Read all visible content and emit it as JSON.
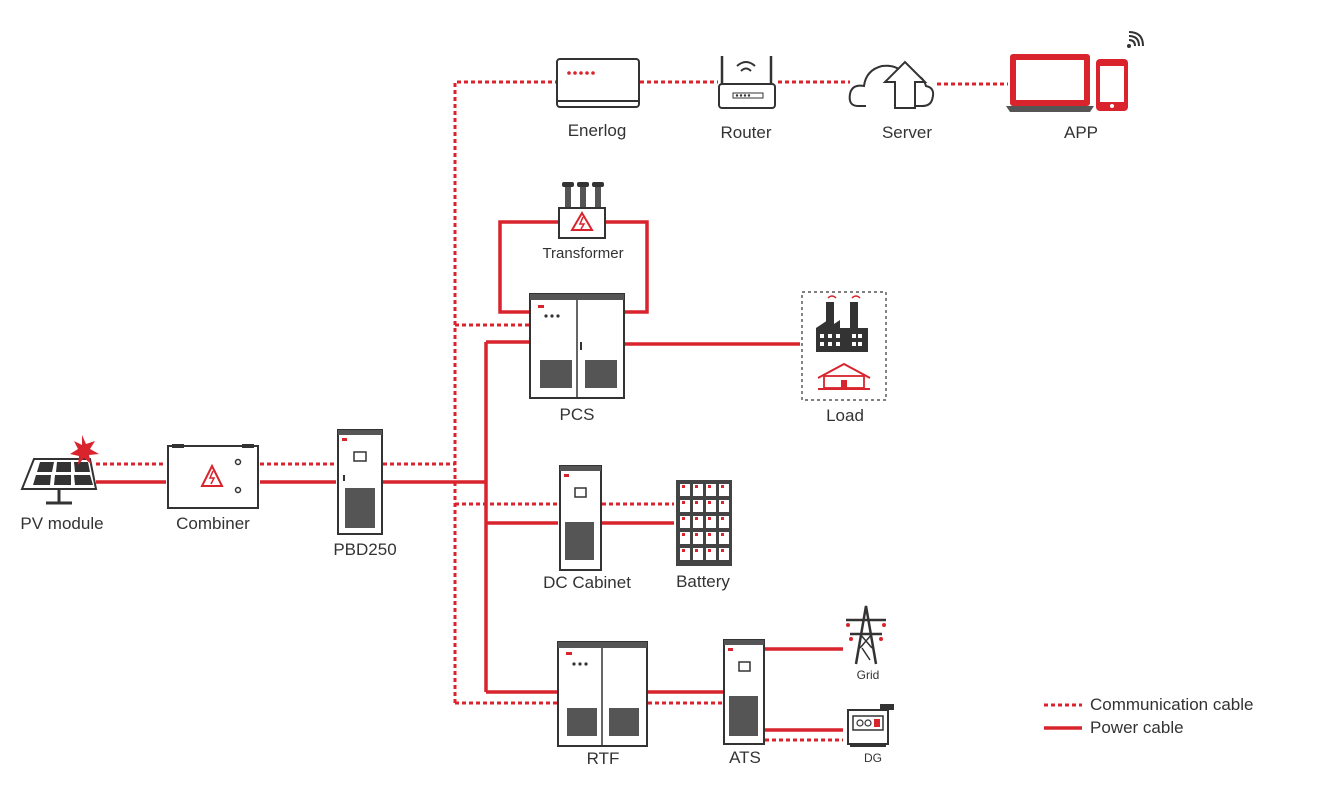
{
  "labels": {
    "enerlog": "Enerlog",
    "router": "Router",
    "server": "Server",
    "app": "APP",
    "transformer": "Transformer",
    "pcs": "PCS",
    "load": "Load",
    "pv_module": "PV module",
    "combiner": "Combiner",
    "pbd250": "PBD250",
    "dc_cabinet": "DC Cabinet",
    "battery": "Battery",
    "grid": "Grid",
    "rtf": "RTF",
    "ats": "ATS",
    "dg": "DG"
  },
  "legend": {
    "communication": "Communication cable",
    "power": "Power cable"
  },
  "colors": {
    "cable": "#d9232d",
    "outline": "#333333"
  },
  "icons": [
    "data-logger-icon",
    "router-icon",
    "cloud-upload-icon",
    "laptop-icon",
    "phone-icon",
    "wifi-icon",
    "transformer-icon",
    "cabinet-icon",
    "factory-icon",
    "house-icon",
    "solar-panel-icon",
    "combiner-box-icon",
    "battery-rack-icon",
    "power-tower-icon",
    "generator-icon"
  ]
}
